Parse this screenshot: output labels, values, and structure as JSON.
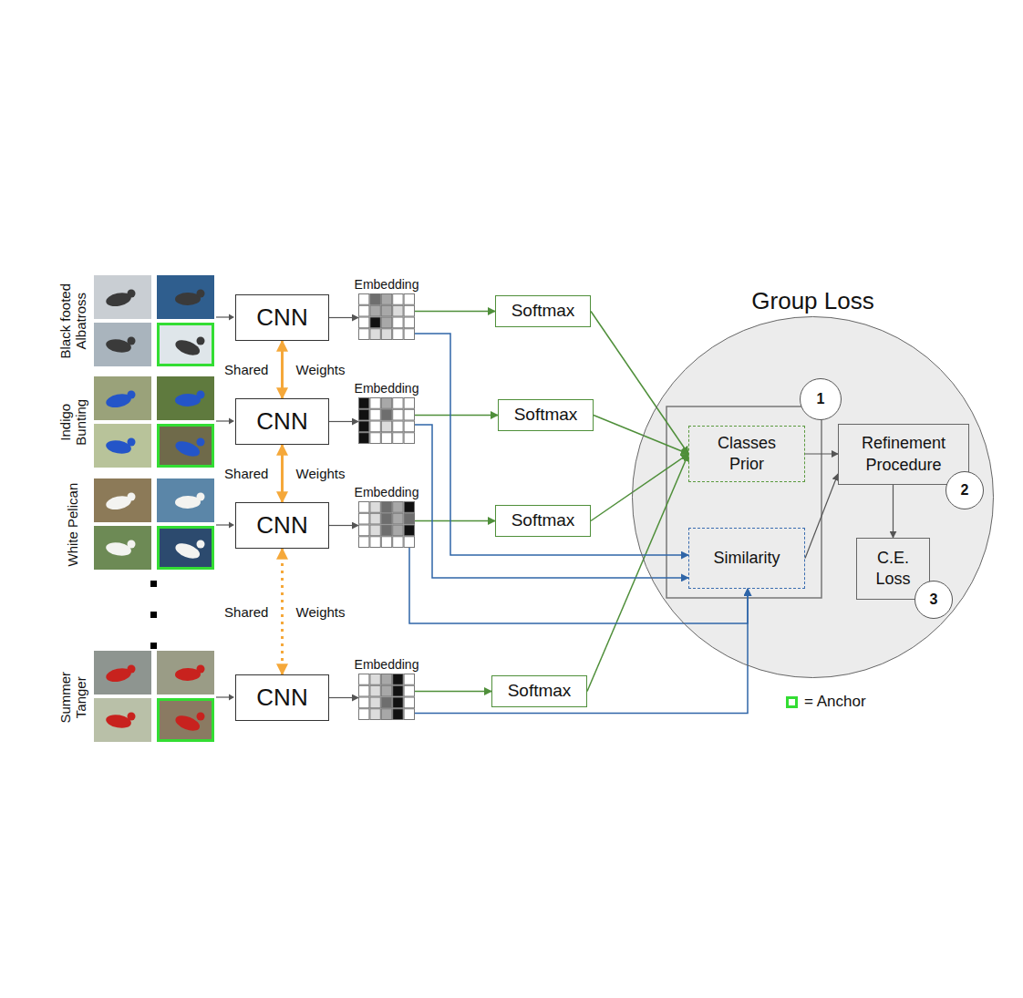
{
  "diagram": {
    "nodes": [
      {
        "text": [
          "CNN"
        ]
      },
      {
        "text": [
          "Embedding"
        ]
      },
      {
        "text": [
          "Softmax"
        ]
      },
      {
        "text": [
          "CNN"
        ]
      },
      {
        "text": [
          "Embedding"
        ]
      },
      {
        "text": [
          "Softmax"
        ]
      },
      {
        "text": [
          "CNN"
        ]
      },
      {
        "text": [
          "Embedding"
        ]
      },
      {
        "text": [
          "Softmax"
        ]
      },
      {
        "text": [
          "CNN"
        ]
      },
      {
        "text": [
          "Embedding"
        ]
      },
      {
        "text": [
          "Softmax"
        ]
      },
      {
        "text": [
          "Group Loss"
        ]
      },
      {
        "text": [
          "Classes Prior"
        ],
        "in": 12
      },
      {
        "text": [
          "Similarity"
        ],
        "in": 12
      },
      {
        "text": [
          "Refinement Procedure"
        ],
        "in": 12
      },
      {
        "text": [
          "C.E. Loss"
        ],
        "in": 12
      }
    ],
    "edges": [
      {
        "from": 0,
        "to": 1,
        "arrow": "to"
      },
      {
        "from": 1,
        "to": 2,
        "arrow": "to"
      },
      {
        "from": 3,
        "to": 4,
        "arrow": "to"
      },
      {
        "from": 4,
        "to": 5,
        "arrow": "to"
      },
      {
        "from": 6,
        "to": 7,
        "arrow": "to"
      },
      {
        "from": 7,
        "to": 8,
        "arrow": "to"
      },
      {
        "from": 9,
        "to": 10,
        "arrow": "to"
      },
      {
        "from": 10,
        "to": 11,
        "arrow": "to"
      },
      {
        "from": 0,
        "to": 3,
        "label": "Shared Weights",
        "arrow": "both"
      },
      {
        "from": 3,
        "to": 6,
        "label": "Shared Weights",
        "arrow": "both"
      },
      {
        "from": 6,
        "to": 9,
        "label": "Shared Weights",
        "arrow": "both"
      },
      {
        "from": 2,
        "to": 13,
        "arrow": "to"
      },
      {
        "from": 5,
        "to": 13,
        "arrow": "to"
      },
      {
        "from": 8,
        "to": 13,
        "arrow": "to"
      },
      {
        "from": 11,
        "to": 13,
        "arrow": "to"
      },
      {
        "from": 1,
        "to": 14,
        "arrow": "to"
      },
      {
        "from": 4,
        "to": 14,
        "arrow": "to"
      },
      {
        "from": 7,
        "to": 14,
        "arrow": "to"
      },
      {
        "from": 10,
        "to": 14,
        "arrow": "to"
      },
      {
        "from": 13,
        "to": 15,
        "arrow": "to"
      },
      {
        "from": 14,
        "to": 15,
        "arrow": "to"
      },
      {
        "from": 15,
        "to": 16,
        "arrow": "to"
      }
    ],
    "labels": [
      "Black footed Albatross",
      "Indigo Bunting",
      "White Pelican",
      "Summer Tanger",
      "1",
      "2",
      "3"
    ],
    "legend": [
      {
        "text": "= Anchor",
        "color": "#33dd33"
      }
    ]
  }
}
